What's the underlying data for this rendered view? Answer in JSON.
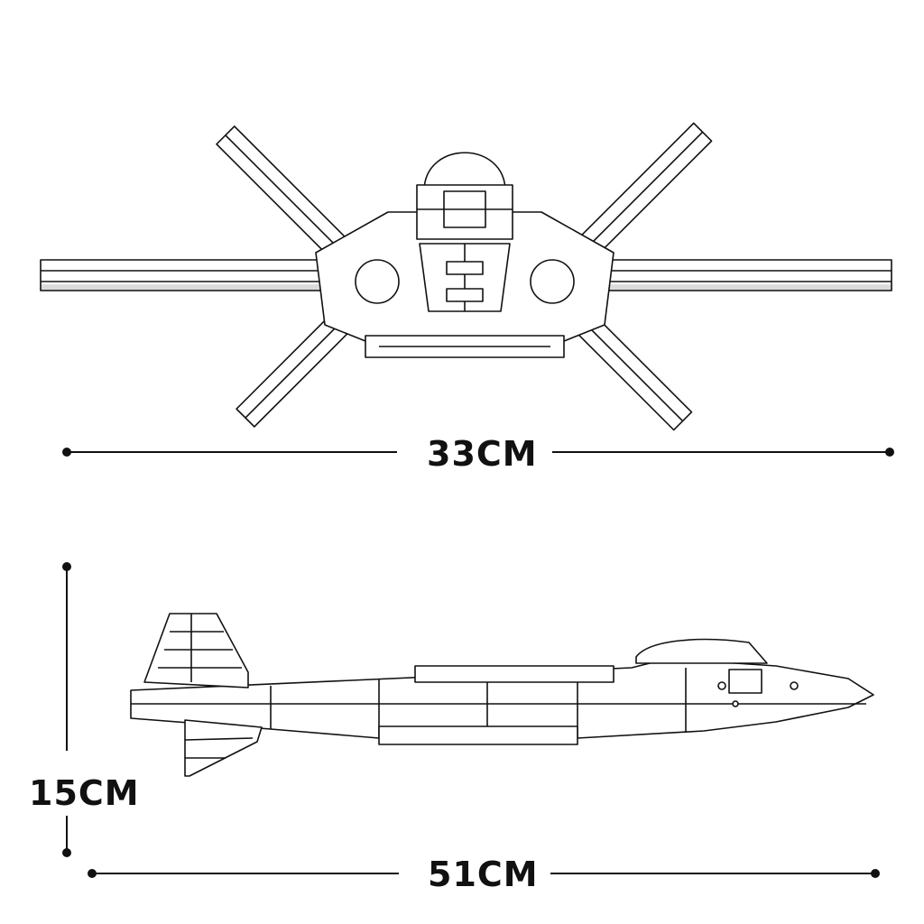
{
  "dimensions": {
    "width": "33CM",
    "height": "15CM",
    "length": "51CM"
  },
  "colors": {
    "ink": "#111111",
    "background": "#ffffff"
  }
}
